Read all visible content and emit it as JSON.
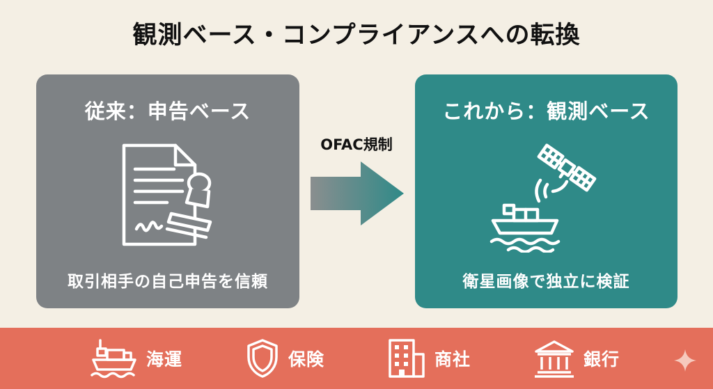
{
  "title": "観測ベース・コンプライアンスへの転換",
  "left_panel": {
    "heading": "従来：申告ベース",
    "caption": "取引相手の自己申告を信頼",
    "icon": "document-stamp-icon",
    "color": "#7e8285"
  },
  "arrow": {
    "label": "OFAC規制"
  },
  "right_panel": {
    "heading": "これから：観測ベース",
    "caption": "衛星画像で独立に検証",
    "icon": "satellite-ship-icon",
    "color": "#2f8a88"
  },
  "sectors": [
    {
      "label": "海運",
      "icon": "ship-icon"
    },
    {
      "label": "保険",
      "icon": "shield-icon"
    },
    {
      "label": "商社",
      "icon": "building-icon"
    },
    {
      "label": "銀行",
      "icon": "bank-icon"
    }
  ],
  "colors": {
    "background": "#f4efe4",
    "bottom_bar": "#e46f5b"
  }
}
